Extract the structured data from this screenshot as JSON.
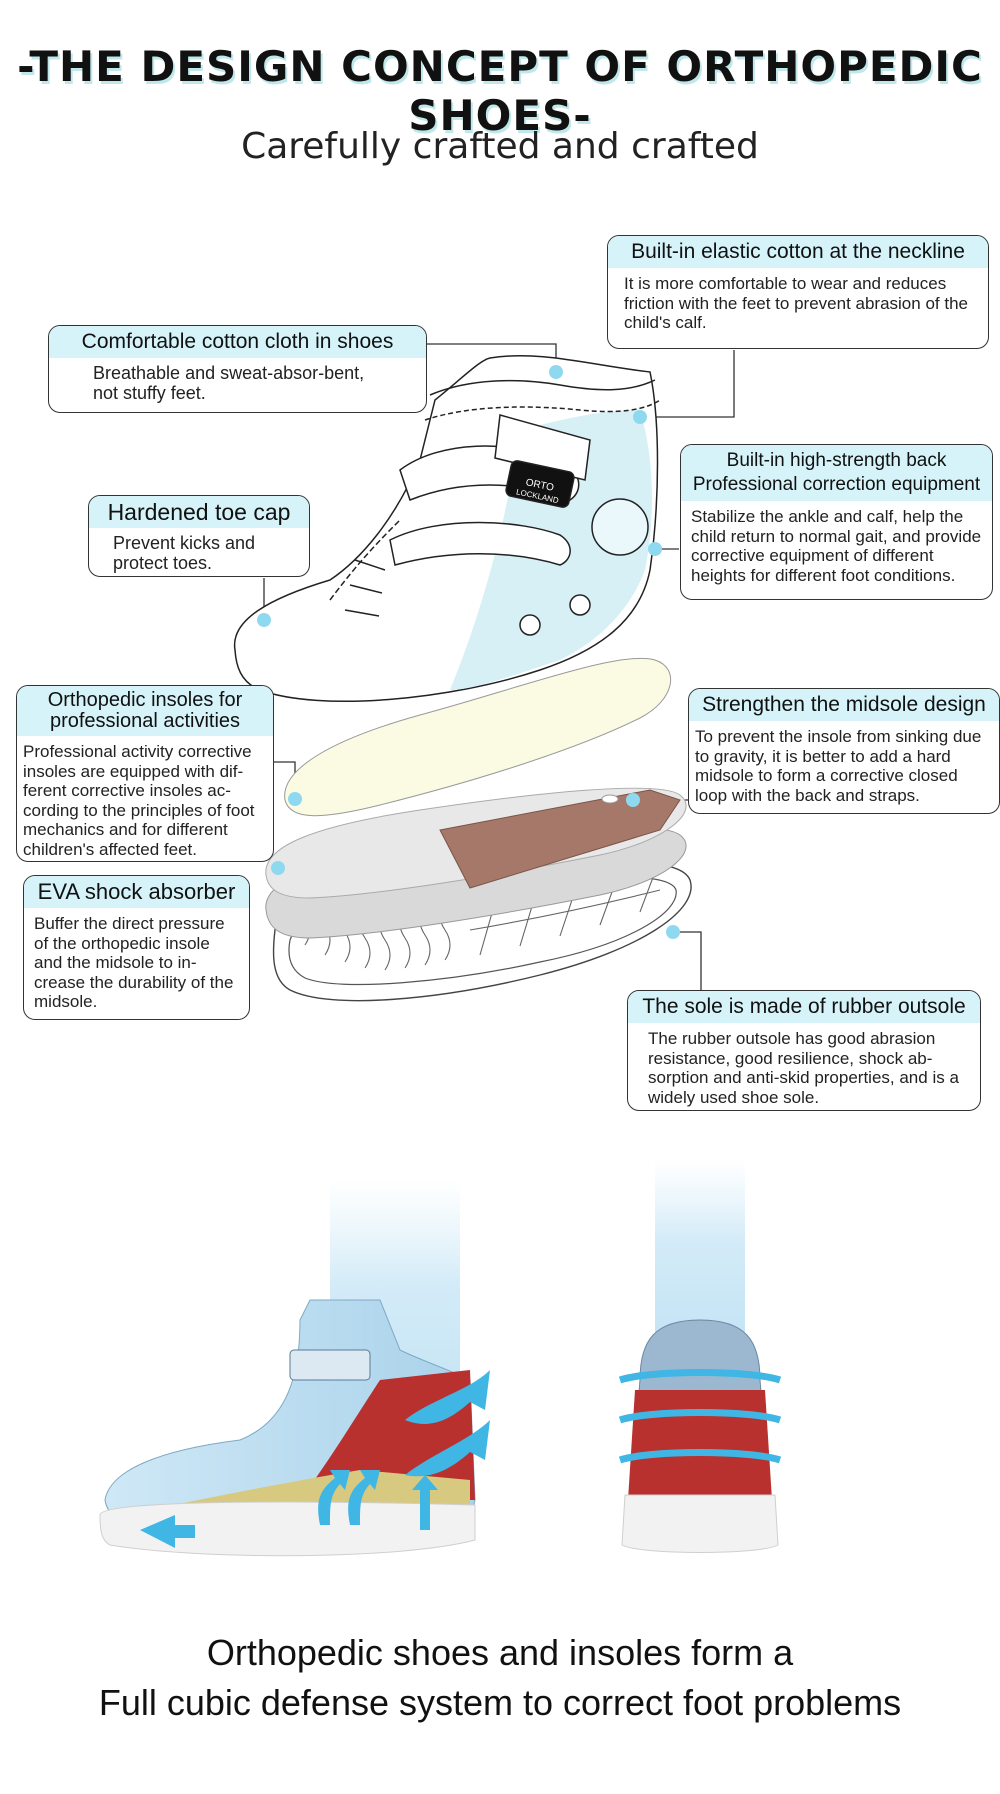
{
  "header": {
    "title": "-THE DESIGN CONCEPT OF ORTHOPEDIC SHOES-",
    "subtitle": "Carefully crafted and crafted"
  },
  "callouts": {
    "neckline": {
      "title": "Built-in elastic cotton at the neckline",
      "body": "It is more comfortable to wear and reduces friction with the feet to prevent abrasion of the child's calf."
    },
    "cotton": {
      "title": "Comfortable cotton cloth in shoes",
      "body": "Breathable and sweat-absor-bent, not stuffy feet."
    },
    "back": {
      "title": "Built-in high-strength back Professional correction equipment",
      "body": "Stabilize the ankle and calf, help the child return to normal gait, and provide corrective equipment of different heights for different foot conditions."
    },
    "toecap": {
      "title": "Hardened toe cap",
      "body": "Prevent kicks and protect toes."
    },
    "insoles": {
      "title": "Orthopedic insoles for professional activities",
      "body": "Professional activity corrective insoles are equipped with dif-ferent corrective insoles ac-cording to the principles of foot mechanics and for different children's affected feet."
    },
    "midsole": {
      "title": "Strengthen the midsole design",
      "body": "To prevent the insole from sinking due to gravity, it is better to add a hard midsole to form a corrective closed loop with the back and straps."
    },
    "eva": {
      "title": "EVA shock absorber",
      "body": "Buffer the direct pressure of the orthopedic insole and the midsole to in-crease the durability of the midsole."
    },
    "outsole": {
      "title": "The sole is made of rubber outsole",
      "body": "The rubber outsole has good abrasion resistance, good resilience, shock ab-sorption and anti-skid properties, and is a widely used shoe sole."
    }
  },
  "shoe_logo": {
    "line1": "ORTO",
    "line2": "LOCKLAND"
  },
  "footer": {
    "line1": "Orthopedic shoes and insoles form a",
    "line2": "Full cubic defense system to correct foot problems"
  },
  "colors": {
    "callout_header": "#d5f3f8",
    "dot": "#8fd9f0",
    "insole": "#fbfbe3",
    "midsole": "#a5786a",
    "shoe_red": "#b8312f",
    "arrow_blue": "#3fb6e4"
  }
}
